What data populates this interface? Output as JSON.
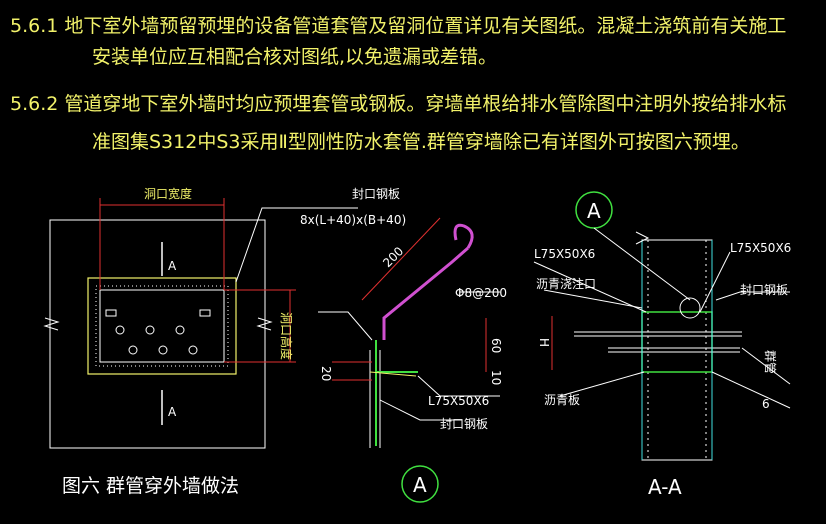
{
  "notes": {
    "line1": "5.6.1  地下室外墙预留预埋的设备管道套管及留洞位置详见有关图纸。混凝土浇筑前有关施工",
    "line2": "安装单位应互相配合核对图纸,以免遗漏或差错。",
    "line3": "5.6.2  管道穿地下室外墙时均应预埋套管或钢板。穿墙单根给排水管除图中注明外按给排水标",
    "line4": "准图集S312中S3采用Ⅱ型刚性防水套管.群管穿墙除已有详图外可按图六预埋。"
  },
  "left_view": {
    "dim_top": "洞口宽度",
    "dim_right": "洞口高度",
    "section_mark_top": "A",
    "section_mark_bottom": "A",
    "plate_label": "封口钢板",
    "plate_size": "8x(L+40)x(B+40)"
  },
  "middle_view": {
    "dim_200": "200",
    "rebar": "Φ8@200",
    "dim_60": "60",
    "dim_10": "10",
    "dim_20": "20",
    "angle_label": "L75X50X6",
    "plate_label": "封口钢板",
    "detail_mark": "A"
  },
  "right_view": {
    "detail_mark": "A",
    "angle_left": "L75X50X6",
    "angle_right": "L75X50X6",
    "asphalt_opening": "沥青浇注口",
    "plate_label": "封口钢板",
    "dim_h": "H",
    "pipe_group": "群管",
    "asphalt_board": "沥青板",
    "dim_6": "6",
    "section_title": "A-A"
  },
  "caption": "图六  群管穿外墙做法",
  "colors": {
    "note_text": "#f2f26a",
    "dim_red": "#e03030",
    "line_green": "#40e040",
    "line_white": "#ffffff",
    "line_cyan": "#40e0e0",
    "rebar_magenta": "#d050d0",
    "background": "#000000"
  }
}
